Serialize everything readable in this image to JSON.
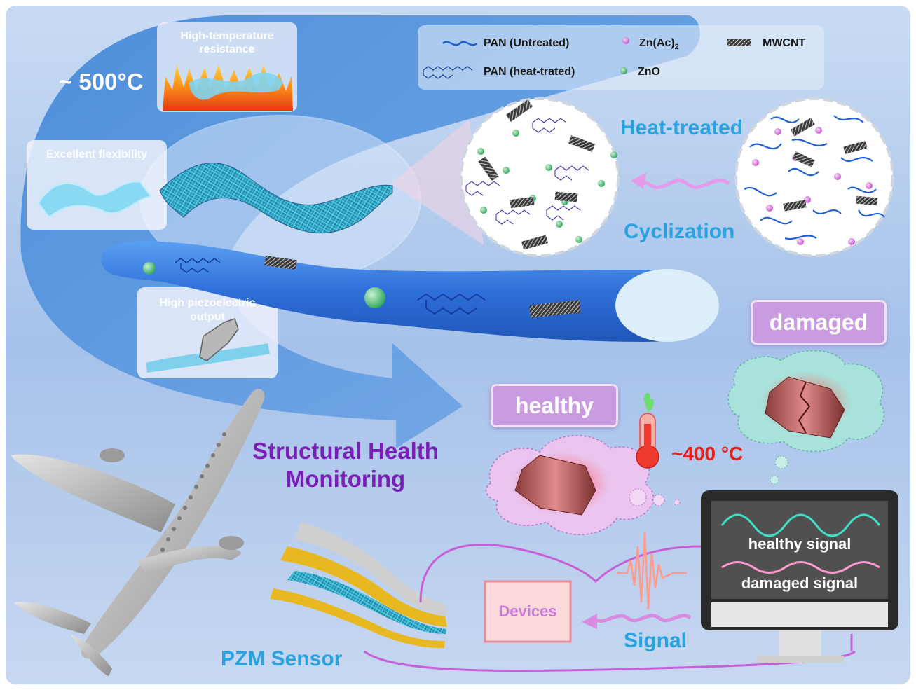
{
  "temperature_callout": "~ 500°C",
  "features": {
    "high_temp": "High-temperature resistance",
    "flexibility": "Excellent flexibility",
    "piezo": "High piezoelectric output"
  },
  "legend": {
    "pan_untreated": "PAN (Untreated)",
    "pan_heat": "PAN (heat-trated)",
    "zn_ac_main": "Zn(Ac)",
    "zn_ac_sub": "2",
    "zno": "ZnO",
    "mwcnt": "MWCNT"
  },
  "process": {
    "heat_treated": "Heat-treated",
    "cyclization": "Cyclization"
  },
  "application": {
    "title_line1": "Structural Health",
    "title_line2": "Monitoring",
    "healthy": "healthy",
    "damaged": "damaged",
    "temp": "~400 °C",
    "devices": "Devices",
    "signal": "Signal",
    "sensor": "PZM Sensor",
    "healthy_signal": "healthy signal",
    "damaged_signal": "damaged signal"
  },
  "colors": {
    "background": "#a9c6ec",
    "process_blue": "#29a3e0",
    "monitor_purple": "#7a1fb5",
    "temp_red": "#e8201a",
    "pill_purple": "#c99be0",
    "fiber_blue": "#2e6fd6"
  }
}
